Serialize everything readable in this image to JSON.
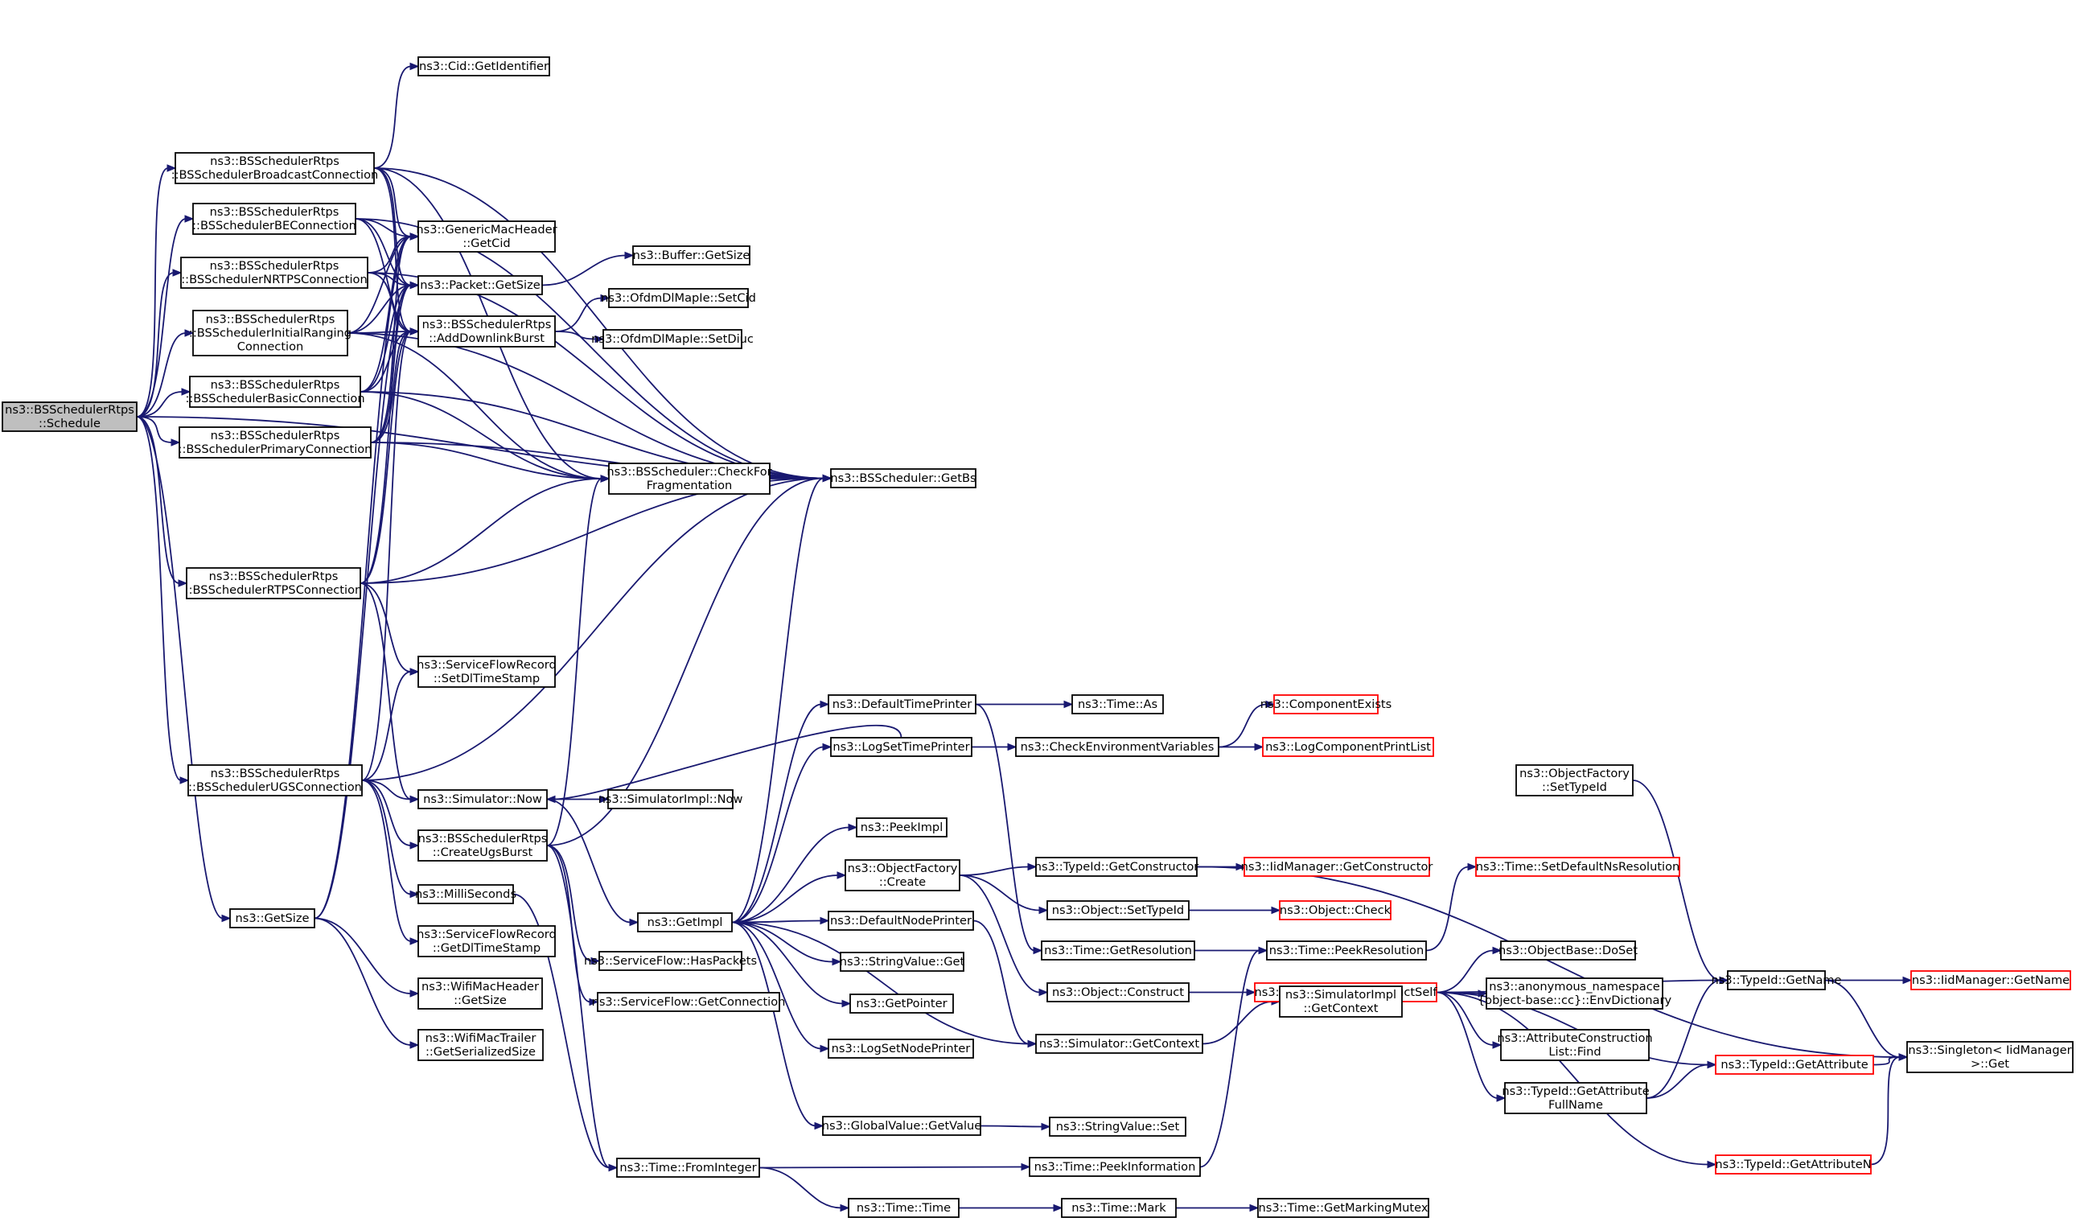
{
  "diagram": {
    "type": "call-graph",
    "nodes": [
      {
        "id": "schedule",
        "lines": [
          "ns3::BSSchedulerRtps",
          "::Schedule"
        ],
        "root": true
      },
      {
        "id": "broadcast",
        "lines": [
          "ns3::BSSchedulerRtps",
          "::BSSchedulerBroadcastConnection"
        ]
      },
      {
        "id": "be",
        "lines": [
          "ns3::BSSchedulerRtps",
          "::BSSchedulerBEConnection"
        ]
      },
      {
        "id": "nrtps",
        "lines": [
          "ns3::BSSchedulerRtps",
          "::BSSchedulerNRTPSConnection"
        ]
      },
      {
        "id": "initial",
        "lines": [
          "ns3::BSSchedulerRtps",
          "::BSSchedulerInitialRanging",
          "Connection"
        ]
      },
      {
        "id": "basic",
        "lines": [
          "ns3::BSSchedulerRtps",
          "::BSSchedulerBasicConnection"
        ]
      },
      {
        "id": "primary",
        "lines": [
          "ns3::BSSchedulerRtps",
          "::BSSchedulerPrimaryConnection"
        ]
      },
      {
        "id": "rtps",
        "lines": [
          "ns3::BSSchedulerRtps",
          "::BSSchedulerRTPSConnection"
        ]
      },
      {
        "id": "ugs",
        "lines": [
          "ns3::BSSchedulerRtps",
          "::BSSchedulerUGSConnection"
        ]
      },
      {
        "id": "getsize",
        "lines": [
          "ns3::GetSize"
        ]
      },
      {
        "id": "cid",
        "lines": [
          "ns3::Cid::GetIdentifier"
        ]
      },
      {
        "id": "gmh",
        "lines": [
          "ns3::GenericMacHeader",
          "::GetCid"
        ]
      },
      {
        "id": "packet",
        "lines": [
          "ns3::Packet::GetSize"
        ]
      },
      {
        "id": "adb",
        "lines": [
          "ns3::BSSchedulerRtps",
          "::AddDownlinkBurst"
        ]
      },
      {
        "id": "buffer",
        "lines": [
          "ns3::Buffer::GetSize"
        ]
      },
      {
        "id": "setcid",
        "lines": [
          "ns3::OfdmDlMapIe::SetCid"
        ]
      },
      {
        "id": "setdiuc",
        "lines": [
          "ns3::OfdmDlMapIe::SetDiuc"
        ]
      },
      {
        "id": "checkfrag",
        "lines": [
          "ns3::BSScheduler::CheckFor",
          "Fragmentation"
        ]
      },
      {
        "id": "getbs",
        "lines": [
          "ns3::BSScheduler::GetBs"
        ]
      },
      {
        "id": "setdl",
        "lines": [
          "ns3::ServiceFlowRecord",
          "::SetDlTimeStamp"
        ]
      },
      {
        "id": "simnow",
        "lines": [
          "ns3::Simulator::Now"
        ]
      },
      {
        "id": "createugs",
        "lines": [
          "ns3::BSSchedulerRtps",
          "::CreateUgsBurst"
        ]
      },
      {
        "id": "milli",
        "lines": [
          "ns3::MilliSeconds"
        ]
      },
      {
        "id": "getdl",
        "lines": [
          "ns3::ServiceFlowRecord",
          "::GetDlTimeStamp"
        ]
      },
      {
        "id": "wifihdr",
        "lines": [
          "ns3::WifiMacHeader",
          "::GetSize"
        ]
      },
      {
        "id": "wifitrl",
        "lines": [
          "ns3::WifiMacTrailer",
          "::GetSerializedSize"
        ]
      },
      {
        "id": "simimplnow",
        "lines": [
          "ns3::SimulatorImpl::Now"
        ]
      },
      {
        "id": "getimpl",
        "lines": [
          "ns3::GetImpl"
        ]
      },
      {
        "id": "haspackets",
        "lines": [
          "ns3::ServiceFlow::HasPackets"
        ]
      },
      {
        "id": "getconn",
        "lines": [
          "ns3::ServiceFlow::GetConnection"
        ]
      },
      {
        "id": "fromint",
        "lines": [
          "ns3::Time::FromInteger"
        ]
      },
      {
        "id": "dtp",
        "lines": [
          "ns3::DefaultTimePrinter"
        ]
      },
      {
        "id": "lstp",
        "lines": [
          "ns3::LogSetTimePrinter"
        ]
      },
      {
        "id": "peekimpl",
        "lines": [
          "ns3::PeekImpl"
        ]
      },
      {
        "id": "ofcreate",
        "lines": [
          "ns3::ObjectFactory",
          "::Create"
        ]
      },
      {
        "id": "dnp",
        "lines": [
          "ns3::DefaultNodePrinter"
        ]
      },
      {
        "id": "svget",
        "lines": [
          "ns3::StringValue::Get"
        ]
      },
      {
        "id": "getptr",
        "lines": [
          "ns3::GetPointer"
        ]
      },
      {
        "id": "lsnp",
        "lines": [
          "ns3::LogSetNodePrinter"
        ]
      },
      {
        "id": "gvget",
        "lines": [
          "ns3::GlobalValue::GetValue"
        ]
      },
      {
        "id": "timetime",
        "lines": [
          "ns3::Time::Time"
        ]
      },
      {
        "id": "timeas",
        "lines": [
          "ns3::Time::As"
        ]
      },
      {
        "id": "cev",
        "lines": [
          "ns3::CheckEnvironmentVariables"
        ]
      },
      {
        "id": "tidctor",
        "lines": [
          "ns3::TypeId::GetConstructor"
        ]
      },
      {
        "id": "objsettid",
        "lines": [
          "ns3::Object::SetTypeId"
        ]
      },
      {
        "id": "timeres",
        "lines": [
          "ns3::Time::GetResolution"
        ]
      },
      {
        "id": "objconstruct",
        "lines": [
          "ns3::Object::Construct"
        ]
      },
      {
        "id": "simctx",
        "lines": [
          "ns3::Simulator::GetContext"
        ]
      },
      {
        "id": "svset",
        "lines": [
          "ns3::StringValue::Set"
        ]
      },
      {
        "id": "peekinfo",
        "lines": [
          "ns3::Time::PeekInformation"
        ]
      },
      {
        "id": "timemark",
        "lines": [
          "ns3::Time::Mark"
        ]
      },
      {
        "id": "compexists",
        "lines": [
          "ns3::ComponentExists"
        ],
        "red": true
      },
      {
        "id": "lcpl",
        "lines": [
          "ns3::LogComponentPrintList"
        ],
        "red": true
      },
      {
        "id": "iidctor",
        "lines": [
          "ns3::IidManager::GetConstructor"
        ],
        "red": true
      },
      {
        "id": "objcheck",
        "lines": [
          "ns3::Object::Check"
        ],
        "red": true
      },
      {
        "id": "peekres",
        "lines": [
          "ns3::Time::PeekResolution"
        ]
      },
      {
        "id": "constructself",
        "lines": [
          "ns3::ObjectBase::ConstructSelf"
        ],
        "red": true
      },
      {
        "id": "simimplctx",
        "lines": [
          "ns3::SimulatorImpl",
          "::GetContext"
        ]
      },
      {
        "id": "markmutex",
        "lines": [
          "ns3::Time::GetMarkingMutex"
        ]
      },
      {
        "id": "ofsettid",
        "lines": [
          "ns3::ObjectFactory",
          "::SetTypeId"
        ]
      },
      {
        "id": "setdefres",
        "lines": [
          "ns3::Time::SetDefaultNsResolution"
        ],
        "red": true
      },
      {
        "id": "obdoset",
        "lines": [
          "ns3::ObjectBase::DoSet"
        ]
      },
      {
        "id": "envdict",
        "lines": [
          "ns3::anonymous_namespace",
          "{object-base::cc}::EnvDictionary"
        ]
      },
      {
        "id": "acfind",
        "lines": [
          "ns3::AttributeConstruction",
          "List::Find"
        ]
      },
      {
        "id": "tidattrfull",
        "lines": [
          "ns3::TypeId::GetAttribute",
          "FullName"
        ]
      },
      {
        "id": "tidgetattrn",
        "lines": [
          "ns3::TypeId::GetAttributeN"
        ],
        "red": true
      },
      {
        "id": "tidname",
        "lines": [
          "ns3::TypeId::GetName"
        ]
      },
      {
        "id": "tidgetattr",
        "lines": [
          "ns3::TypeId::GetAttribute"
        ],
        "red": true
      },
      {
        "id": "iidname",
        "lines": [
          "ns3::IidManager::GetName"
        ],
        "red": true
      },
      {
        "id": "singleton",
        "lines": [
          "ns3::Singleton< IidManager",
          ">::Get"
        ]
      }
    ],
    "edges": [
      [
        "schedule",
        "broadcast"
      ],
      [
        "schedule",
        "be"
      ],
      [
        "schedule",
        "nrtps"
      ],
      [
        "schedule",
        "initial"
      ],
      [
        "schedule",
        "basic"
      ],
      [
        "schedule",
        "primary"
      ],
      [
        "schedule",
        "rtps"
      ],
      [
        "schedule",
        "ugs"
      ],
      [
        "schedule",
        "getsize"
      ],
      [
        "schedule",
        "getbs"
      ],
      [
        "broadcast",
        "cid"
      ],
      [
        "broadcast",
        "gmh"
      ],
      [
        "broadcast",
        "packet"
      ],
      [
        "broadcast",
        "adb"
      ],
      [
        "broadcast",
        "checkfrag"
      ],
      [
        "broadcast",
        "getbs"
      ],
      [
        "be",
        "gmh"
      ],
      [
        "be",
        "packet"
      ],
      [
        "be",
        "adb"
      ],
      [
        "be",
        "getbs"
      ],
      [
        "nrtps",
        "gmh"
      ],
      [
        "nrtps",
        "packet"
      ],
      [
        "nrtps",
        "adb"
      ],
      [
        "nrtps",
        "getbs"
      ],
      [
        "initial",
        "gmh"
      ],
      [
        "initial",
        "packet"
      ],
      [
        "initial",
        "adb"
      ],
      [
        "initial",
        "checkfrag"
      ],
      [
        "initial",
        "getbs"
      ],
      [
        "basic",
        "gmh"
      ],
      [
        "basic",
        "packet"
      ],
      [
        "basic",
        "adb"
      ],
      [
        "basic",
        "checkfrag"
      ],
      [
        "basic",
        "getbs"
      ],
      [
        "primary",
        "gmh"
      ],
      [
        "primary",
        "packet"
      ],
      [
        "primary",
        "adb"
      ],
      [
        "primary",
        "checkfrag"
      ],
      [
        "primary",
        "getbs"
      ],
      [
        "rtps",
        "packet"
      ],
      [
        "rtps",
        "adb"
      ],
      [
        "rtps",
        "checkfrag"
      ],
      [
        "rtps",
        "getbs"
      ],
      [
        "rtps",
        "setdl"
      ],
      [
        "rtps",
        "simnow"
      ],
      [
        "ugs",
        "adb"
      ],
      [
        "ugs",
        "setdl"
      ],
      [
        "ugs",
        "simnow"
      ],
      [
        "ugs",
        "createugs"
      ],
      [
        "ugs",
        "milli"
      ],
      [
        "ugs",
        "getdl"
      ],
      [
        "ugs",
        "getbs"
      ],
      [
        "getsize",
        "packet"
      ],
      [
        "getsize",
        "gmh"
      ],
      [
        "getsize",
        "wifihdr"
      ],
      [
        "getsize",
        "wifitrl"
      ],
      [
        "packet",
        "buffer"
      ],
      [
        "adb",
        "setcid"
      ],
      [
        "adb",
        "setdiuc"
      ],
      [
        "checkfrag",
        "getbs"
      ],
      [
        "simnow",
        "simimplnow"
      ],
      [
        "simnow",
        "getimpl"
      ],
      [
        "createugs",
        "checkfrag"
      ],
      [
        "createugs",
        "getbs"
      ],
      [
        "createugs",
        "haspackets"
      ],
      [
        "createugs",
        "getconn"
      ],
      [
        "createugs",
        "fromint"
      ],
      [
        "milli",
        "fromint"
      ],
      [
        "getimpl",
        "dtp"
      ],
      [
        "getimpl",
        "lstp"
      ],
      [
        "getimpl",
        "peekimpl"
      ],
      [
        "getimpl",
        "ofcreate"
      ],
      [
        "getimpl",
        "dnp"
      ],
      [
        "getimpl",
        "svget"
      ],
      [
        "getimpl",
        "getptr"
      ],
      [
        "getimpl",
        "lsnp"
      ],
      [
        "getimpl",
        "gvget"
      ],
      [
        "getimpl",
        "simctx"
      ],
      [
        "getimpl",
        "getbs"
      ],
      [
        "dtp",
        "timeas"
      ],
      [
        "dtp",
        "timeres"
      ],
      [
        "lstp",
        "cev"
      ],
      [
        "lstp",
        "simnow"
      ],
      [
        "ofcreate",
        "tidctor"
      ],
      [
        "ofcreate",
        "objsettid"
      ],
      [
        "ofcreate",
        "objconstruct"
      ],
      [
        "dnp",
        "simctx"
      ],
      [
        "gvget",
        "svset"
      ],
      [
        "fromint",
        "peekinfo"
      ],
      [
        "fromint",
        "timetime"
      ],
      [
        "timetime",
        "timemark"
      ],
      [
        "timemark",
        "markmutex"
      ],
      [
        "cev",
        "compexists"
      ],
      [
        "cev",
        "lcpl"
      ],
      [
        "tidctor",
        "iidctor"
      ],
      [
        "tidctor",
        "singleton"
      ],
      [
        "objsettid",
        "objcheck"
      ],
      [
        "timeres",
        "peekres"
      ],
      [
        "objconstruct",
        "constructself"
      ],
      [
        "simctx",
        "simimplctx"
      ],
      [
        "peekinfo",
        "peekres"
      ],
      [
        "peekres",
        "setdefres"
      ],
      [
        "constructself",
        "obdoset"
      ],
      [
        "constructself",
        "envdict"
      ],
      [
        "constructself",
        "acfind"
      ],
      [
        "constructself",
        "tidattrfull"
      ],
      [
        "constructself",
        "tidgetattrn"
      ],
      [
        "constructself",
        "tidname"
      ],
      [
        "constructself",
        "tidgetattr"
      ],
      [
        "ofsettid",
        "tidname"
      ],
      [
        "tidattrfull",
        "tidname"
      ],
      [
        "tidattrfull",
        "tidgetattr"
      ],
      [
        "tidname",
        "iidname"
      ],
      [
        "tidname",
        "singleton"
      ],
      [
        "tidgetattr",
        "singleton"
      ],
      [
        "tidgetattrn",
        "singleton"
      ]
    ]
  }
}
